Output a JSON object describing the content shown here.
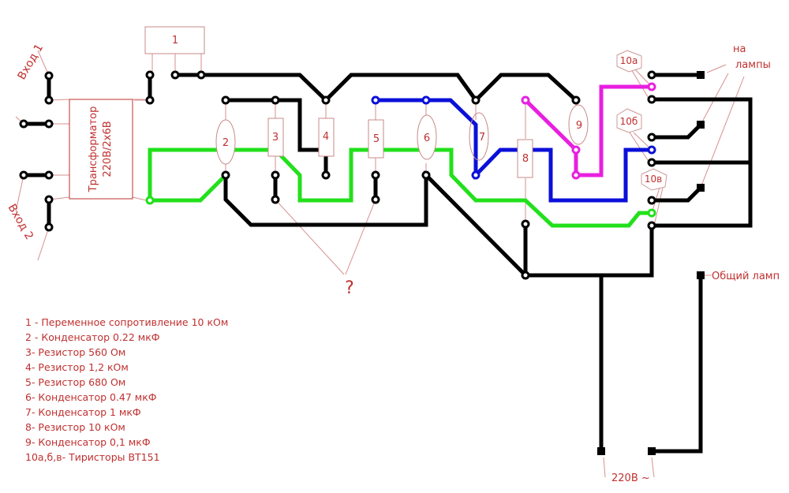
{
  "colors": {
    "trace_black": "#000000",
    "trace_green": "#22e01b",
    "trace_blue": "#0b10d8",
    "trace_magenta": "#e81fe0",
    "label_red": "#c0302f",
    "outline": "#c98a8a"
  },
  "labels": {
    "input1": "Вход 1",
    "input2": "Вход 2",
    "transformer_line1": "Трансформатор",
    "transformer_line2": "220В/2х6В",
    "to_lamps_line1": "на",
    "to_lamps_line2": "лампы",
    "common_lamp": "Общий ламп",
    "mains": "220В ~",
    "question": "?"
  },
  "components": {
    "c1": "1",
    "c2": "2",
    "c3": "3",
    "c4": "4",
    "c5": "5",
    "c6": "6",
    "c7": "7",
    "c8": "8",
    "c9": "9",
    "c10a": "10а",
    "c10b": "10б",
    "c10c": "10в"
  },
  "legend": [
    "1 - Переменное сопротивление 10 кОм",
    "2 - Конденсатор 0.22 мкФ",
    "3- Резистор 560 Ом",
    "4- Резистор 1,2 кОм",
    "5- Резистор 680 Ом",
    "6- Конденсатор 0.47 мкФ",
    "7- Конденсатор 1 мкФ",
    "8- Резистор 10 кОм",
    "9- Конденсатор 0,1 мкФ",
    "10а,б,в- Тиристоры ВТ151"
  ]
}
